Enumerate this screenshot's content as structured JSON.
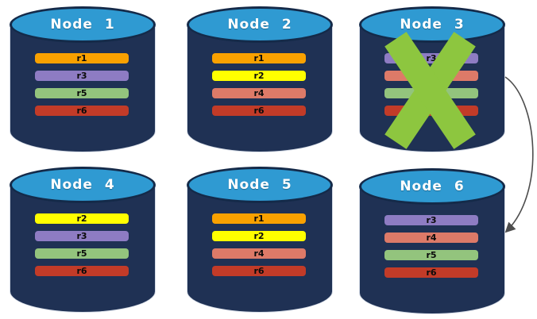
{
  "diagram_title": "database-replication-diagram",
  "colors": {
    "background": "#FFFFFF",
    "cylinder_body": "#1F3154",
    "cylinder_top": "#2F9AD2",
    "cylinder_stroke": "#142A49",
    "title_text": "#FFFFFF",
    "row_text": "#0B0B0B",
    "x_mark": "#8DC63F",
    "arrow": "#4D4D4D",
    "row_colors": {
      "r1": "#F9A100",
      "r2": "#FFFF00",
      "r3": "#8E7CC3",
      "r4": "#DD7A68",
      "r5": "#93C47D",
      "r6": "#C23B28"
    }
  },
  "nodes": [
    {
      "title": "Node 1",
      "rows": [
        "r1",
        "r3",
        "r5",
        "r6"
      ],
      "failed": false
    },
    {
      "title": "Node 2",
      "rows": [
        "r1",
        "r2",
        "r4",
        "r6"
      ],
      "failed": false
    },
    {
      "title": "Node 3",
      "rows": [
        "r3",
        "r4",
        "r5",
        "r6"
      ],
      "failed": true
    },
    {
      "title": "Node 4",
      "rows": [
        "r2",
        "r3",
        "r5",
        "r6"
      ],
      "failed": false
    },
    {
      "title": "Node 5",
      "rows": [
        "r1",
        "r2",
        "r4",
        "r6"
      ],
      "failed": false
    },
    {
      "title": "Node 6",
      "rows": [
        "r3",
        "r4",
        "r5",
        "r6"
      ],
      "failed": false
    }
  ],
  "annotations": {
    "failed_node": "Node 3",
    "failure_mark": "green-x-cross",
    "failover_arrow": {
      "from": "Node 3",
      "to": "Node 6"
    }
  }
}
